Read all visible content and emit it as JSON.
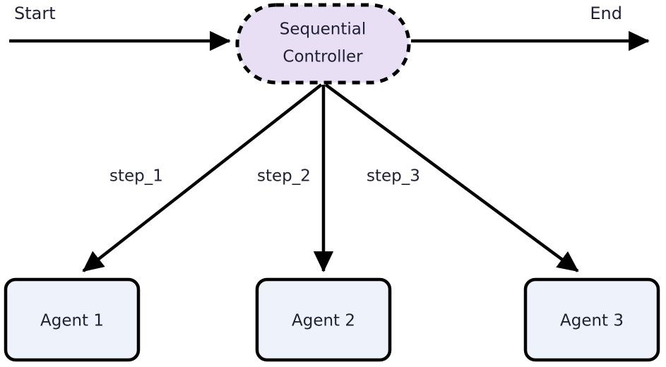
{
  "diagram": {
    "background_color": "#ffffff",
    "endpoints": [
      {
        "id": "start",
        "label": "Start"
      },
      {
        "id": "end",
        "label": "End"
      }
    ],
    "controller": {
      "id": "sequential-controller",
      "line1": "Sequential",
      "line2": "Controller",
      "shape": "stadium",
      "fill_color": "#e8dff5",
      "border_color": "#000000",
      "border_style": "dashed"
    },
    "agents": [
      {
        "id": "agent-1",
        "label": "Agent 1",
        "fill_color": "#eef2fa",
        "border_color": "#000000"
      },
      {
        "id": "agent-2",
        "label": "Agent 2",
        "fill_color": "#eef2fa",
        "border_color": "#000000"
      },
      {
        "id": "agent-3",
        "label": "Agent 3",
        "fill_color": "#eef2fa",
        "border_color": "#000000"
      }
    ],
    "edges": [
      {
        "id": "edge-start",
        "from": "start",
        "to": "sequential-controller",
        "label": ""
      },
      {
        "id": "edge-end",
        "from": "sequential-controller",
        "to": "end",
        "label": ""
      },
      {
        "id": "edge-step-1",
        "from": "sequential-controller",
        "to": "agent-1",
        "label": "step_1"
      },
      {
        "id": "edge-step-2",
        "from": "sequential-controller",
        "to": "agent-2",
        "label": "step_2"
      },
      {
        "id": "edge-step-3",
        "from": "sequential-controller",
        "to": "agent-3",
        "label": "step_3"
      }
    ]
  }
}
